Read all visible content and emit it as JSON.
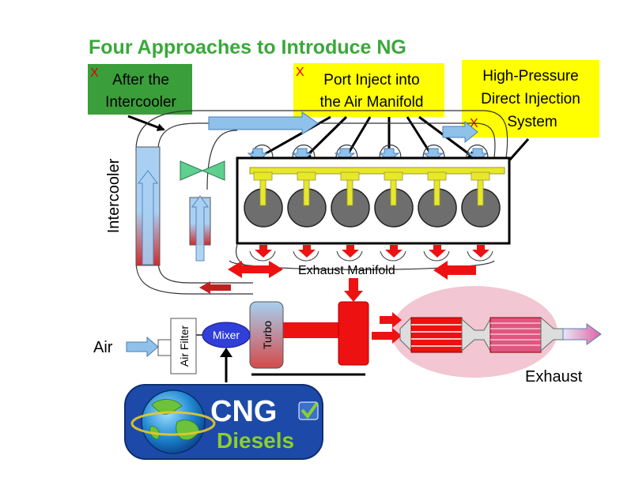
{
  "title": "Four Approaches to Introduce NG",
  "approaches": {
    "intercooler": {
      "marker": "X",
      "line1": "After the",
      "line2": "Intercooler"
    },
    "port": {
      "marker": "X",
      "line1": "Port Inject into",
      "line2": "the Air Manifold"
    },
    "direct": {
      "marker": "X",
      "line1": "High-Pressure",
      "line2": "Direct Injection",
      "line3": "System"
    }
  },
  "labels": {
    "intercooler": "Intercooler",
    "exhaust_manifold": "Exhaust Manifold",
    "air": "Air",
    "air_filter": "Air Filter",
    "mixer": "Mixer",
    "turbo": "Turbo",
    "exhaust": "Exhaust"
  },
  "logo": {
    "word1": "CNG",
    "word2": "Diesels"
  },
  "colors": {
    "title_green": "#3aa83a",
    "approach_green": "#3a9e3a",
    "callout_yellow": "#ffff00",
    "marker_red": "#e00000",
    "piston_gray": "#6e6e6e",
    "rail_yellow": "#e8e82a",
    "flow_red": "#ee1111",
    "flow_blue": "#8fc1ea",
    "catalyst_pink": "#f2c6d2",
    "logo_blue": "#1d4aa8",
    "logo_green": "#8ccf2a"
  }
}
